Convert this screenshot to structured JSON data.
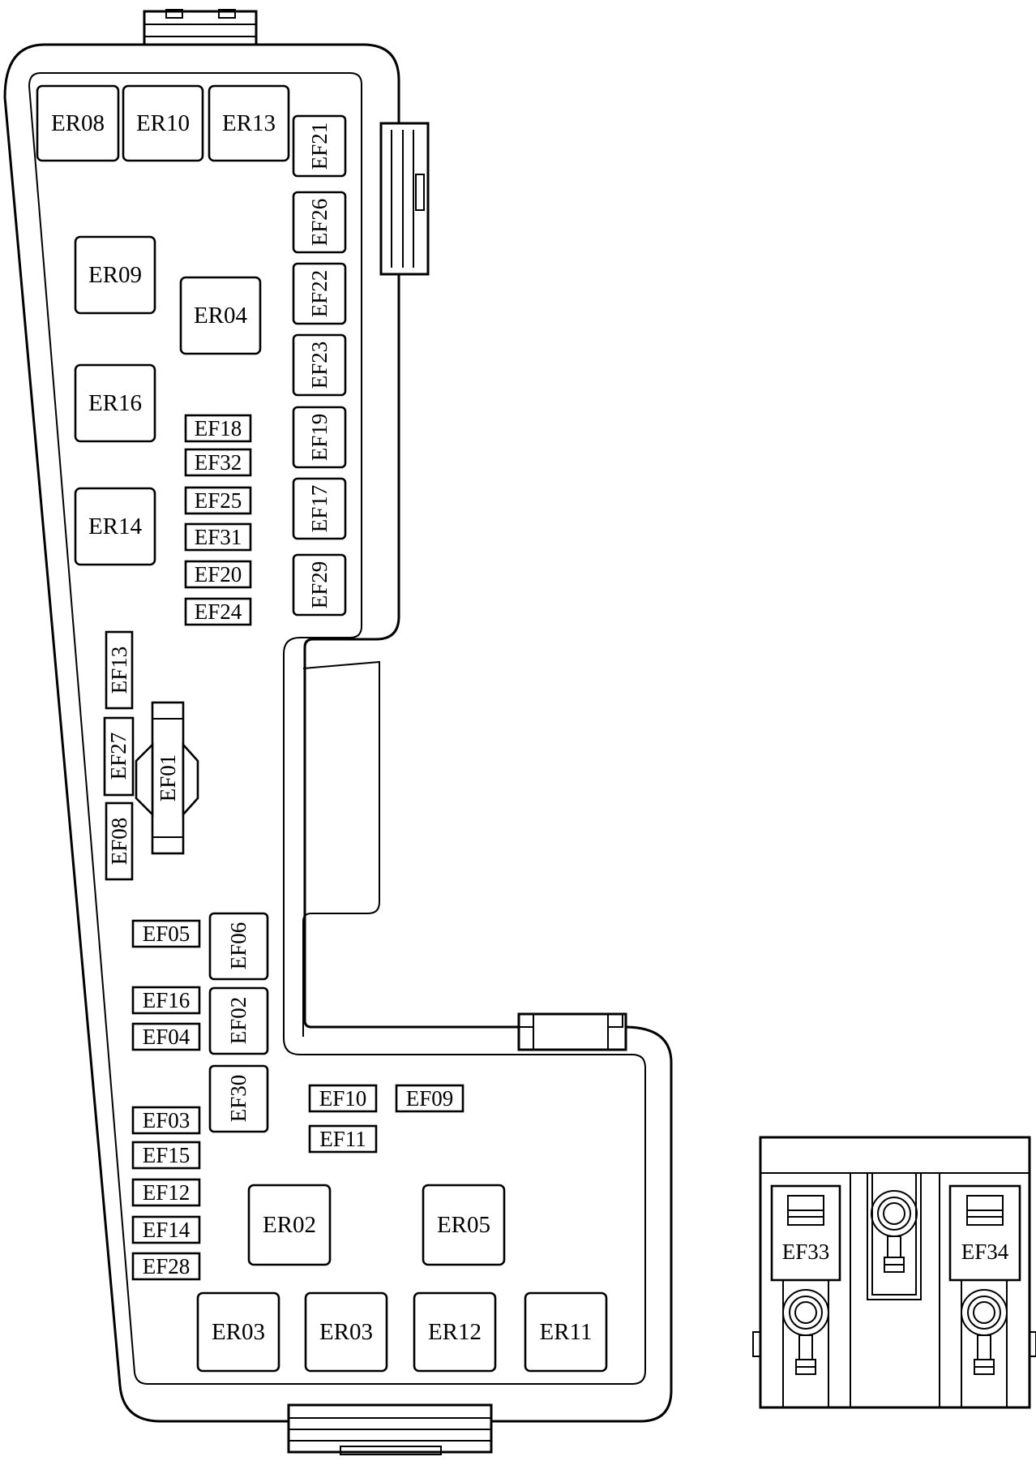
{
  "colors": {
    "line": "#000000",
    "background": "#ffffff"
  },
  "relays": {
    "er08": "ER08",
    "er10": "ER10",
    "er13": "ER13",
    "er09": "ER09",
    "er04": "ER04",
    "er16": "ER16",
    "er14": "ER14",
    "er02": "ER02",
    "er05": "ER05",
    "er03_a": "ER03",
    "er03_b": "ER03",
    "er12": "ER12",
    "er11": "ER11"
  },
  "fuses": {
    "ef21": "EF21",
    "ef26": "EF26",
    "ef22": "EF22",
    "ef23": "EF23",
    "ef19": "EF19",
    "ef17": "EF17",
    "ef29": "EF29",
    "ef18": "EF18",
    "ef32": "EF32",
    "ef25": "EF25",
    "ef31": "EF31",
    "ef20": "EF20",
    "ef24": "EF24",
    "ef13": "EF13",
    "ef27": "EF27",
    "ef08": "EF08",
    "ef01": "EF01",
    "ef05": "EF05",
    "ef06": "EF06",
    "ef16": "EF16",
    "ef02": "EF02",
    "ef04": "EF04",
    "ef30": "EF30",
    "ef03": "EF03",
    "ef15": "EF15",
    "ef12": "EF12",
    "ef14": "EF14",
    "ef28": "EF28",
    "ef10": "EF10",
    "ef09": "EF09",
    "ef11": "EF11",
    "ef33": "EF33",
    "ef34": "EF34"
  }
}
